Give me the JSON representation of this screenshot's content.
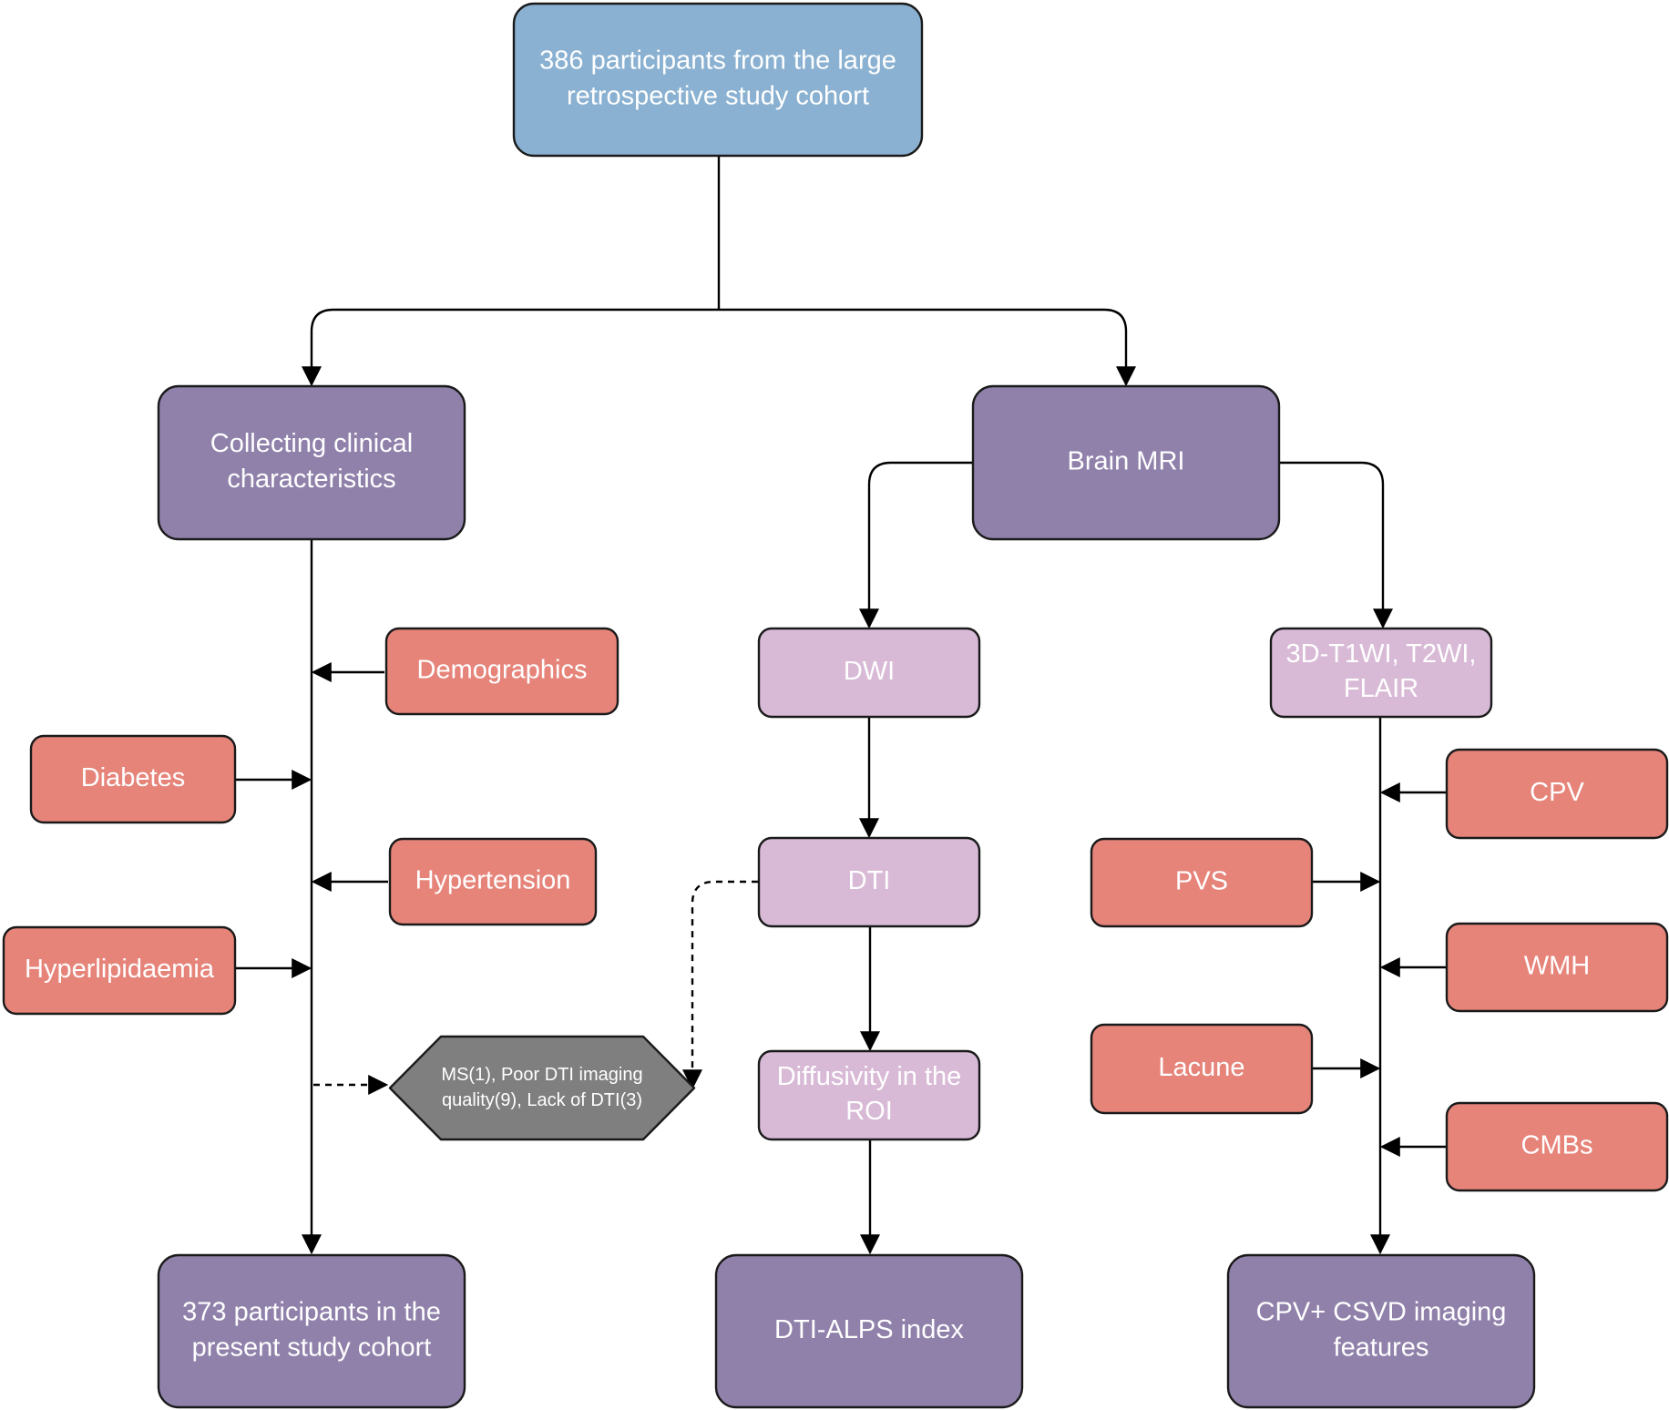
{
  "colors": {
    "blue": "#8AB1D1",
    "purple": "#9081AB",
    "lavender": "#D8BAD6",
    "salmon": "#E6847A",
    "gray": "#7F7F7F",
    "stroke": "#1A1A1A"
  },
  "nodes": {
    "source": [
      "386 participants from the large",
      "retrospective study cohort"
    ],
    "clinical": [
      "Collecting clinical",
      "characteristics"
    ],
    "mri": [
      "Brain MRI"
    ],
    "demographics": [
      "Demographics"
    ],
    "diabetes": [
      "Diabetes"
    ],
    "hypertension": [
      "Hypertension"
    ],
    "hyperlipidaemia": [
      "Hyperlipidaemia"
    ],
    "exclusion": [
      "MS(1), Poor DTI imaging",
      "quality(9), Lack of DTI(3)"
    ],
    "final_cohort": [
      "373 participants in the",
      "present study cohort"
    ],
    "dwi": [
      "DWI"
    ],
    "dti": [
      "DTI"
    ],
    "diffusivity": [
      "Diffusivity in the",
      "ROI"
    ],
    "alps": [
      "DTI-ALPS index"
    ],
    "structural": [
      "3D-T1WI, T2WI,",
      "FLAIR"
    ],
    "cpv": [
      "CPV"
    ],
    "pvs": [
      "PVS"
    ],
    "wmh": [
      "WMH"
    ],
    "lacune": [
      "Lacune"
    ],
    "cmbs": [
      "CMBs"
    ],
    "outcome": [
      "CPV+ CSVD imaging",
      "features"
    ]
  }
}
